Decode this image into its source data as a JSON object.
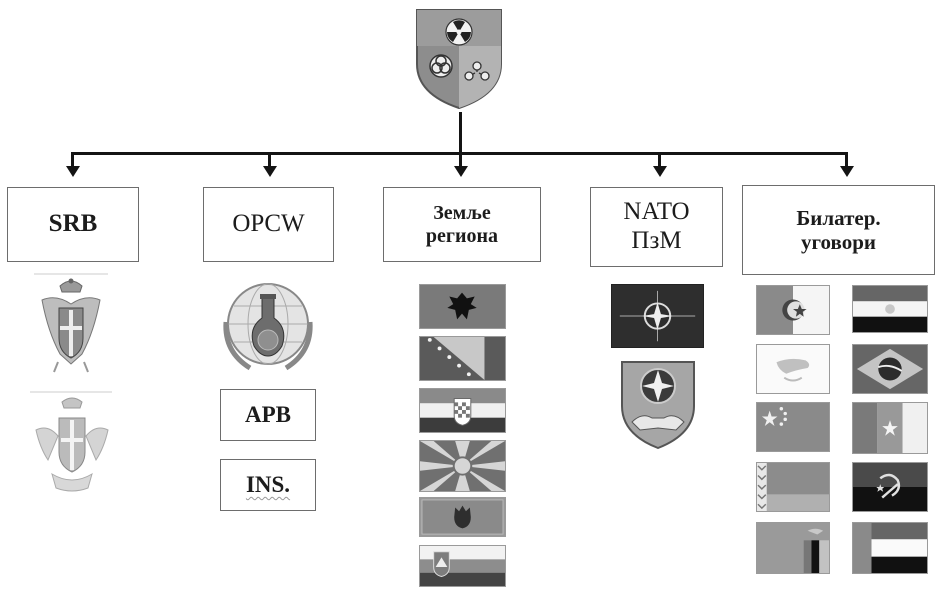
{
  "boxes": {
    "srb": "SRB",
    "opcw": "OPCW",
    "region_line1": "Земље",
    "region_line2": "региона",
    "nato_line1": "NATO",
    "nato_line2": "ПзМ",
    "bilateral_line1": "Билатер.",
    "bilateral_line2": "уговори"
  },
  "sub_boxes": {
    "apb": "APB",
    "ins": "INS."
  },
  "emblems": {
    "top": "cbrn-shield-emblem",
    "srb": [
      "serbia-coat-of-arms",
      "serbian-armed-forces-emblem"
    ],
    "opcw": "opcw-emblem",
    "nato": [
      "nato-flag",
      "nato-pfp-shield-emblem"
    ]
  },
  "region_flags": [
    "albania",
    "bosnia-herzegovina",
    "croatia",
    "north-macedonia",
    "montenegro",
    "slovenia"
  ],
  "bilateral_flags": [
    "algeria",
    "egypt",
    "cyprus",
    "brazil",
    "china",
    "cameroon",
    "belarus",
    "angola",
    "zambia",
    "uae"
  ]
}
